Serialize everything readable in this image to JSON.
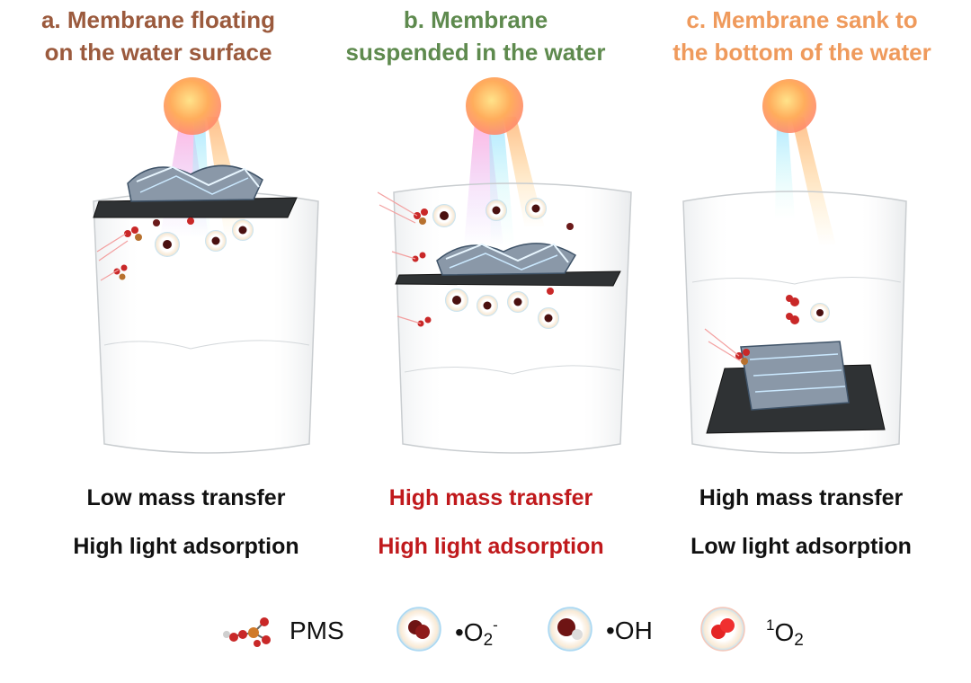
{
  "colors": {
    "title_a": "#9b5a3d",
    "title_b": "#5e8a4e",
    "title_c": "#ef9a5c",
    "highlight": "#c0191c",
    "normal_text": "#111111"
  },
  "panels": [
    {
      "title": "a. Membrane floating\non the water surface",
      "line1": "Low mass transfer",
      "line2": "High light adsorption",
      "membrane_position": "surface"
    },
    {
      "title": "b. Membrane\nsuspended  in the water",
      "line1": "High mass transfer",
      "line2": "High light adsorption",
      "membrane_position": "middle"
    },
    {
      "title": "c. Membrane sank to\nthe bottom of the water",
      "line1": "High mass transfer",
      "line2": "Low light adsorption",
      "membrane_position": "bottom"
    }
  ],
  "legend": {
    "pms": {
      "label": "PMS",
      "icon": "pms-molecule-icon"
    },
    "superoxide": {
      "prefix": "•O",
      "sub": "2",
      "sup": "-",
      "icon": "superoxide-bubble-icon"
    },
    "hydroxyl": {
      "label": "•OH",
      "icon": "hydroxyl-bubble-icon"
    },
    "singlet_oxygen": {
      "sup": "1",
      "base": "O",
      "sub": "2",
      "icon": "singlet-oxygen-bubble-icon"
    }
  }
}
